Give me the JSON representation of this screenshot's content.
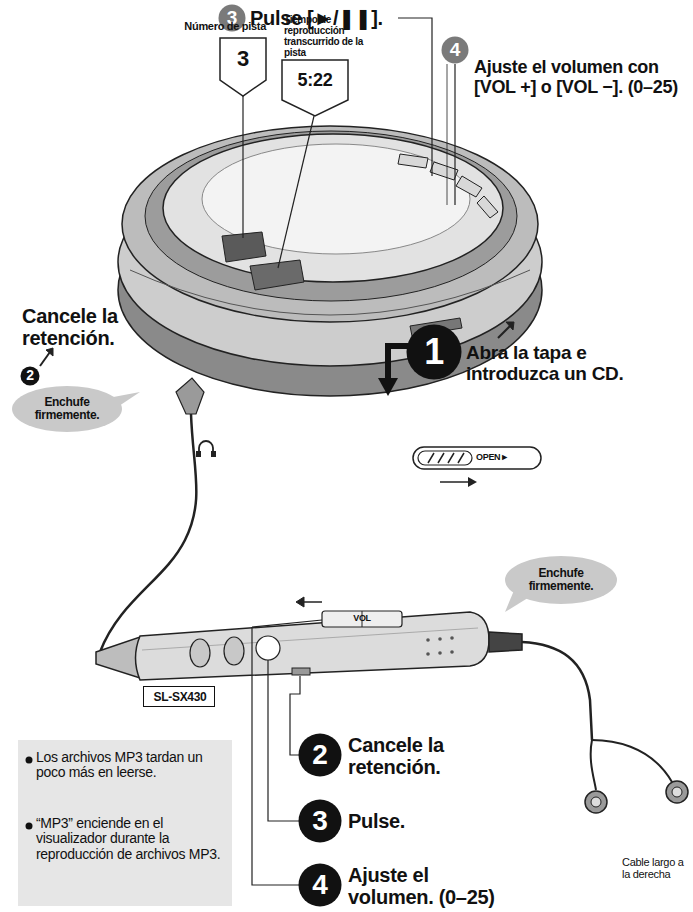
{
  "diagram": {
    "nodes": [
      {
        "text": [
          "3"
        ]
      },
      {
        "text": [
          "Número de pista",
          "3"
        ]
      },
      {
        "text": [
          "Tiempo de reproducción transcurrido de la pista",
          "5:22"
        ]
      },
      {
        "text": [
          "4"
        ]
      },
      {
        "text": [
          "2"
        ]
      },
      {
        "text": [
          "1"
        ]
      },
      {
        "text": [
          "Enchufe firmemente."
        ]
      },
      {
        "text": [
          "Enchufe firmemente."
        ]
      },
      {
        "text": [
          "SL-SX430"
        ]
      },
      {
        "text": [
          "2"
        ]
      },
      {
        "text": [
          "3"
        ]
      },
      {
        "text": [
          "4"
        ]
      },
      {
        "text": [
          "Los archivos MP3 tardan un poco más en leerse.",
          "“MP3” enciende en el visualizador durante la reproducción de archivos MP3."
        ]
      }
    ],
    "labels": [
      "Pulse [►/❚❚].",
      "Ajuste el volumen con [VOL +] o [VOL −]. (0–25)",
      "Cancele la retención.",
      "Abra la tapa e introduzca un CD.",
      "OPEN►",
      "VOL",
      "Cancele la retención.",
      "Pulse.",
      "Ajuste el volumen. (0–25)",
      "Cable largo a la derecha"
    ]
  }
}
